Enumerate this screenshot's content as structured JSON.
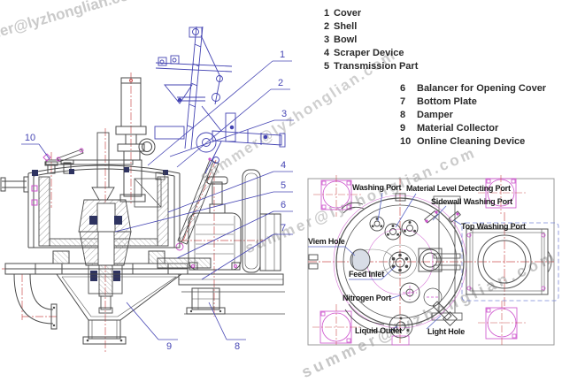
{
  "watermark": {
    "text": "summer@lyzhonglian.com"
  },
  "parts": [
    {
      "num": "1",
      "label": "Cover"
    },
    {
      "num": "2",
      "label": "Shell"
    },
    {
      "num": "3",
      "label": "Bowl"
    },
    {
      "num": "4",
      "label": "Scraper Device"
    },
    {
      "num": "5",
      "label": "Transmission Part"
    },
    {
      "num": "6",
      "label": "Balancer for Opening Cover"
    },
    {
      "num": "7",
      "label": "Bottom Plate"
    },
    {
      "num": "8",
      "label": "Damper"
    },
    {
      "num": "9",
      "label": "Material Collector"
    },
    {
      "num": "10",
      "label": "Online Cleaning Device"
    }
  ],
  "top_view": {
    "labels": {
      "washing_port": "Washing Port",
      "material_level": "Material Level Detecting Port",
      "sidewall_washing": "Sidewall Washing Port",
      "top_washing": "Top Washing Port",
      "view_hole": "Viem Hole",
      "feed_inlet": "Feed Inlet",
      "nitrogen_port": "Nitrogen Port",
      "liquid_outlet": "Liquid Outlet",
      "light_hole": "Light Hole"
    }
  },
  "colors": {
    "drawing_line": "#4a4a4a",
    "mechanism_blue": "#4343b2",
    "callout_blue": "#4646b4",
    "centerline_red": "#cc5252",
    "fitting_magenta": "#cc4fcc",
    "frame_gray": "#999999",
    "watermark_gray": "#bdbdbd",
    "label_black": "#1a1a1a"
  }
}
